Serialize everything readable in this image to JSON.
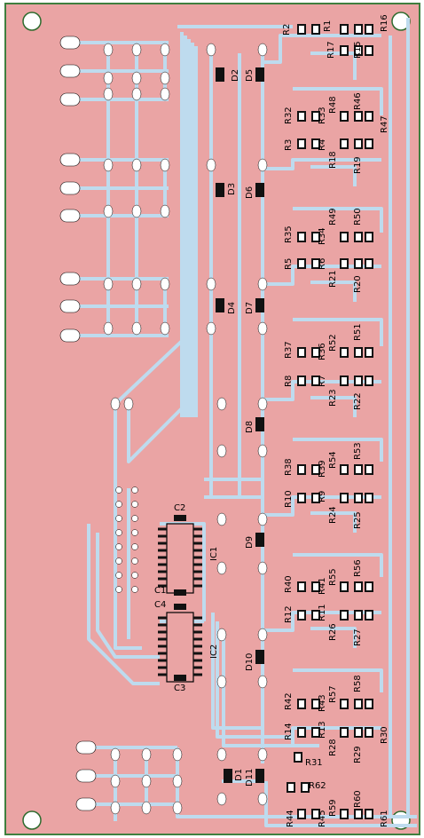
{
  "colors": {
    "copper_bg": "#eaa4a4",
    "trace": "#bedbee",
    "pad": "#ffffff",
    "outline": "#3f7f3f",
    "smd": "#111111"
  },
  "resistors": [
    {
      "id": "r1",
      "text": "R1"
    },
    {
      "id": "r2",
      "text": "R2"
    },
    {
      "id": "r16",
      "text": "R16"
    },
    {
      "id": "r17",
      "text": "R17"
    },
    {
      "id": "r15",
      "text": "R15"
    },
    {
      "id": "r32",
      "text": "R32"
    },
    {
      "id": "r33",
      "text": "R33"
    },
    {
      "id": "r48",
      "text": "R48"
    },
    {
      "id": "r46",
      "text": "R46"
    },
    {
      "id": "r47",
      "text": "R47"
    },
    {
      "id": "r3",
      "text": "R3"
    },
    {
      "id": "r4",
      "text": "R4"
    },
    {
      "id": "r18",
      "text": "R18"
    },
    {
      "id": "r19",
      "text": "R19"
    },
    {
      "id": "r49",
      "text": "R49"
    },
    {
      "id": "r50",
      "text": "R50"
    },
    {
      "id": "r35",
      "text": "R35"
    },
    {
      "id": "r34",
      "text": "R34"
    },
    {
      "id": "r5",
      "text": "R5"
    },
    {
      "id": "r6",
      "text": "R6"
    },
    {
      "id": "r21",
      "text": "R21"
    },
    {
      "id": "r20",
      "text": "R20"
    },
    {
      "id": "r51",
      "text": "R51"
    },
    {
      "id": "r37",
      "text": "R37"
    },
    {
      "id": "r36",
      "text": "R36"
    },
    {
      "id": "r52",
      "text": "R52"
    },
    {
      "id": "r8",
      "text": "R8"
    },
    {
      "id": "r7",
      "text": "R7"
    },
    {
      "id": "r23",
      "text": "R23"
    },
    {
      "id": "r22",
      "text": "R22"
    },
    {
      "id": "r38",
      "text": "R38"
    },
    {
      "id": "r39",
      "text": "R39"
    },
    {
      "id": "r54",
      "text": "R54"
    },
    {
      "id": "r53",
      "text": "R53"
    },
    {
      "id": "r10",
      "text": "R10"
    },
    {
      "id": "r9",
      "text": "R9"
    },
    {
      "id": "r24",
      "text": "R24"
    },
    {
      "id": "r25",
      "text": "R25"
    },
    {
      "id": "r40",
      "text": "R40"
    },
    {
      "id": "r41",
      "text": "R41"
    },
    {
      "id": "r55",
      "text": "R55"
    },
    {
      "id": "r56",
      "text": "R56"
    },
    {
      "id": "r12",
      "text": "R12"
    },
    {
      "id": "r11",
      "text": "R11"
    },
    {
      "id": "r26",
      "text": "R26"
    },
    {
      "id": "r27",
      "text": "R27"
    },
    {
      "id": "r42",
      "text": "R42"
    },
    {
      "id": "r43",
      "text": "R43"
    },
    {
      "id": "r57",
      "text": "R57"
    },
    {
      "id": "r58",
      "text": "R58"
    },
    {
      "id": "r14",
      "text": "R14"
    },
    {
      "id": "r13",
      "text": "R13"
    },
    {
      "id": "r28",
      "text": "R28"
    },
    {
      "id": "r30",
      "text": "R30"
    },
    {
      "id": "r29",
      "text": "R29"
    },
    {
      "id": "r31",
      "text": "R31"
    },
    {
      "id": "r62",
      "text": "R62"
    },
    {
      "id": "r44",
      "text": "R44"
    },
    {
      "id": "r45",
      "text": "R45"
    },
    {
      "id": "r59",
      "text": "R59"
    },
    {
      "id": "r60",
      "text": "R60"
    },
    {
      "id": "r61",
      "text": "R61"
    }
  ],
  "diodes": [
    {
      "id": "d1",
      "text": "D1"
    },
    {
      "id": "d2",
      "text": "D2"
    },
    {
      "id": "d3",
      "text": "D3"
    },
    {
      "id": "d4",
      "text": "D4"
    },
    {
      "id": "d5",
      "text": "D5"
    },
    {
      "id": "d6",
      "text": "D6"
    },
    {
      "id": "d7",
      "text": "D7"
    },
    {
      "id": "d8",
      "text": "D8"
    },
    {
      "id": "d9",
      "text": "D9"
    },
    {
      "id": "d10",
      "text": "D10"
    },
    {
      "id": "d11",
      "text": "D11"
    }
  ],
  "capacitors": [
    {
      "id": "c1",
      "text": "C1"
    },
    {
      "id": "c2",
      "text": "C2"
    },
    {
      "id": "c3",
      "text": "C3"
    },
    {
      "id": "c4",
      "text": "C4"
    }
  ],
  "ics": [
    {
      "id": "ic1",
      "text": "IC1"
    },
    {
      "id": "ic2",
      "text": "IC2"
    }
  ]
}
